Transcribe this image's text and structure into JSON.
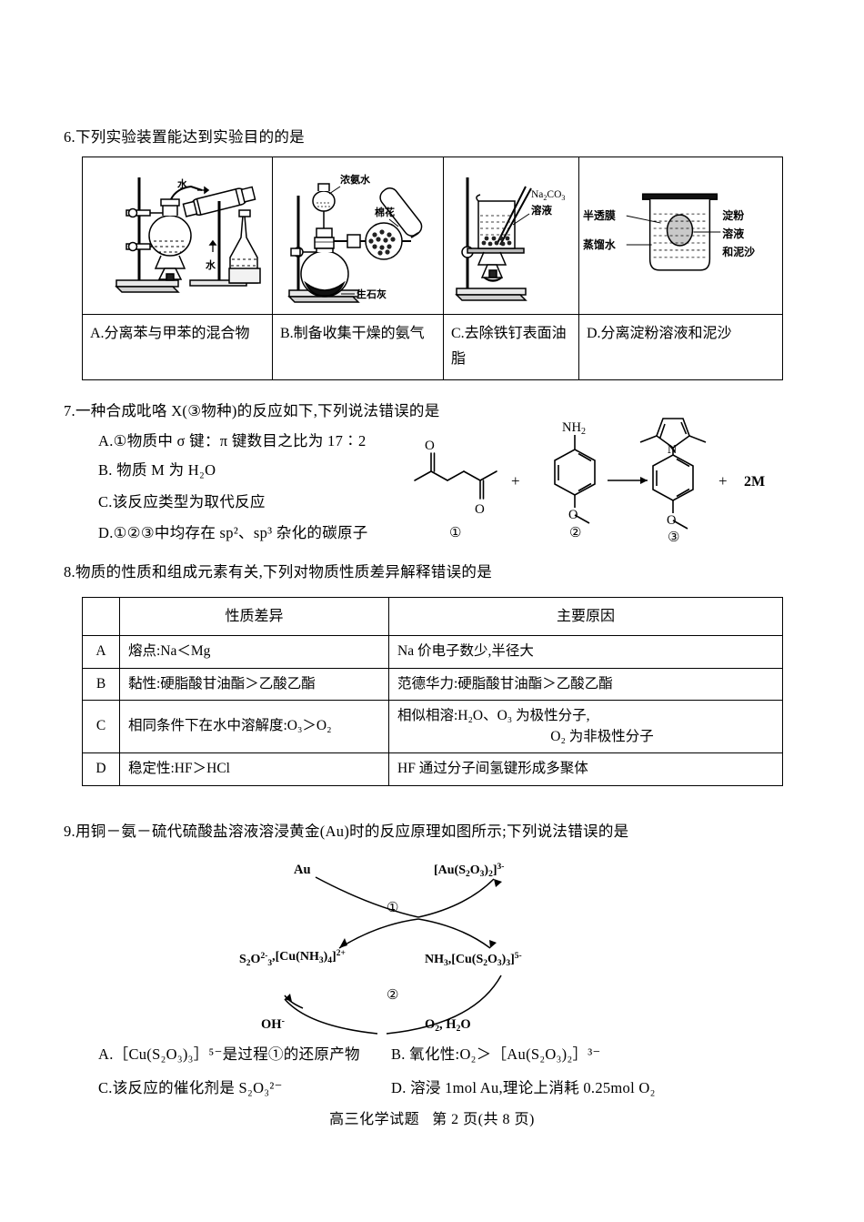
{
  "footer": {
    "subject": "高三化学试题",
    "page": "第 2 页(共 8 页)"
  },
  "q6": {
    "stem": "6.下列实验装置能达到实验目的的是",
    "columns": [
      {
        "diagram_name": "distillation-apparatus",
        "diagram_labels": [
          "水",
          "水"
        ],
        "label": "A.分离苯与甲苯的混合物"
      },
      {
        "diagram_name": "ammonia-generation-apparatus",
        "diagram_labels": [
          "浓氨水",
          "棉花",
          "生石灰"
        ],
        "label": "B.制备收集干燥的氨气"
      },
      {
        "diagram_name": "beaker-heating-apparatus",
        "diagram_labels": [
          "Na2CO3",
          "溶液"
        ],
        "label": "C.去除铁钉表面油脂"
      },
      {
        "diagram_name": "dialysis-apparatus",
        "diagram_labels": [
          "半透膜",
          "蒸馏水",
          "淀粉",
          "溶液",
          "和泥沙"
        ],
        "label": "D.分离淀粉溶液和泥沙"
      }
    ]
  },
  "q7": {
    "stem": "7.一种合成吡咯 X(③物种)的反应如下,下列说法错误的是",
    "options": [
      "A.①物质中 σ 键：π 键数目之比为 17∶2",
      "B. 物质 M 为 H₂O",
      "C.该反应类型为取代反应",
      "D.①②③中均存在 sp²、sp³ 杂化的碳原子"
    ],
    "scheme": {
      "species_1_label": "①",
      "species_2_label": "②",
      "species_3_label": "③",
      "plus_sign": "+",
      "byproduct": "2M",
      "amine_group": "NH2",
      "methoxy_o": "O",
      "ketone_o": "O",
      "pyrrole_n": "N"
    }
  },
  "q8": {
    "stem": "8.物质的性质和组成元素有关,下列对物质性质差异解释错误的是",
    "headers": [
      "",
      "性质差异",
      "主要原因"
    ],
    "rows": [
      {
        "idx": "A",
        "property": "熔点:Na＜Mg",
        "reason": "Na 价电子数少,半径大",
        "reason2": ""
      },
      {
        "idx": "B",
        "property": "黏性:硬脂酸甘油酯＞乙酸乙酯",
        "reason": "范德华力:硬脂酸甘油酯＞乙酸乙酯",
        "reason2": ""
      },
      {
        "idx": "C",
        "property": "相同条件下在水中溶解度:O₃＞O₂",
        "reason": "相似相溶:H₂O、O₃ 为极性分子,",
        "reason2": "O₂ 为非极性分子"
      },
      {
        "idx": "D",
        "property": "稳定性:HF＞HCl",
        "reason": "HF 通过分子间氢键形成多聚体",
        "reason2": ""
      }
    ]
  },
  "q9": {
    "stem": "9.用铜－氨－硫代硫酸盐溶液溶浸黄金(Au)时的反应原理如图所示;下列说法错误的是",
    "cycle": {
      "top_left": "Au",
      "top_right": "[Au(S2O3)2]3-",
      "mid_left": "S2O3 2-,[Cu(NH3)4]2+",
      "mid_right": "NH3,[Cu(S2O3)3]5-",
      "bottom_left": "OH-",
      "bottom_right": "O2, H2O",
      "step1": "①",
      "step2": "②"
    },
    "options": [
      "A.［Cu(S₂O₃)₃］⁵⁻是过程①的还原产物",
      "B. 氧化性:O₂＞［Au(S₂O₃)₂］³⁻",
      "C.该反应的催化剂是 S₂O₃²⁻",
      "D. 溶浸 1mol Au,理论上消耗 0.25mol O₂"
    ]
  }
}
